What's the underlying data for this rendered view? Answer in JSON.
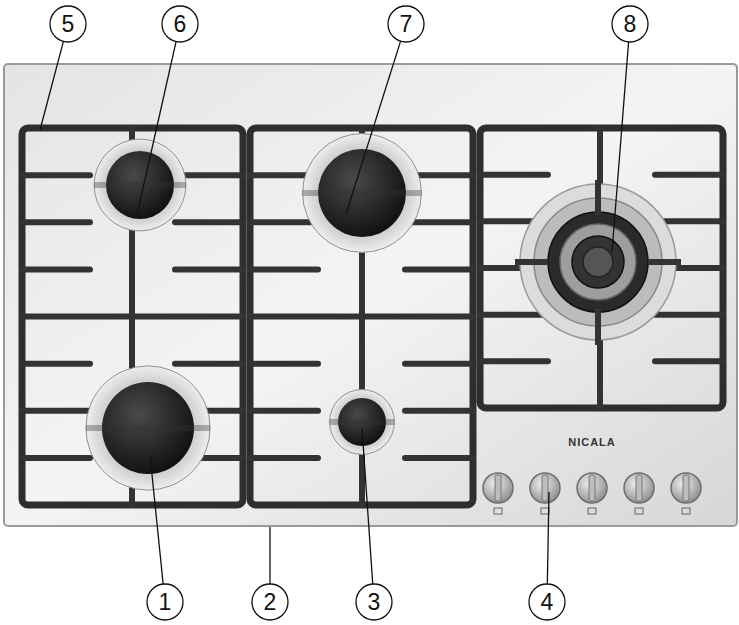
{
  "diagram": {
    "labels": [
      "5",
      "6",
      "7",
      "8",
      "NICALA",
      "1",
      "2",
      "3",
      "4"
    ]
  }
}
